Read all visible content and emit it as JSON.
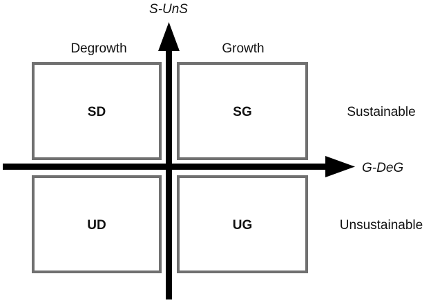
{
  "axes": {
    "vertical_label": "S-UnS",
    "horizontal_label": "G-DeG"
  },
  "columns": {
    "left": "Degrowth",
    "right": "Growth"
  },
  "rows": {
    "top": "Sustainable",
    "bottom": "Unsustainable"
  },
  "quadrants": {
    "top_left": "SD",
    "top_right": "SG",
    "bottom_left": "UD",
    "bottom_right": "UG"
  },
  "colors": {
    "axis": "#000000",
    "box_border": "#707070",
    "text": "#111111",
    "background": "#ffffff"
  }
}
